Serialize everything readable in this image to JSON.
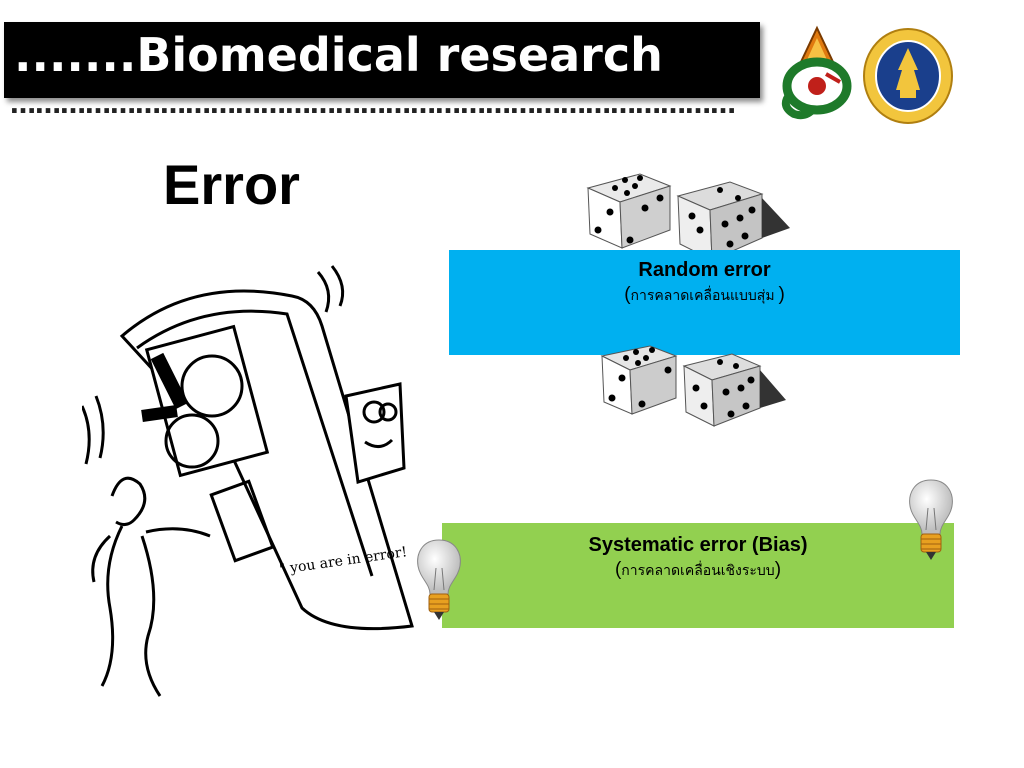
{
  "header": {
    "title": ".......Biomedical research",
    "dots": "……………………………………………………………………………"
  },
  "logos": {
    "left": "faculty-emblem",
    "right": "university-seal"
  },
  "slide": {
    "heading": "Error",
    "random_box": {
      "title": "Random error",
      "sub_open": "(",
      "sub_thai": "การคลาดเคลื่อนแบบสุ่ม ",
      "sub_close": ")",
      "color": "#00b0f0"
    },
    "systematic_box": {
      "title": "Systematic error (Bias)",
      "sub_open": "(",
      "sub_thai": "การคลาดเคลื่อนเชิงระบบ",
      "sub_close": ")",
      "color": "#92d050"
    },
    "cartoon": {
      "caption": "\" you are in error!"
    }
  },
  "icons": [
    "dice-icon",
    "lightbulb-icon"
  ]
}
